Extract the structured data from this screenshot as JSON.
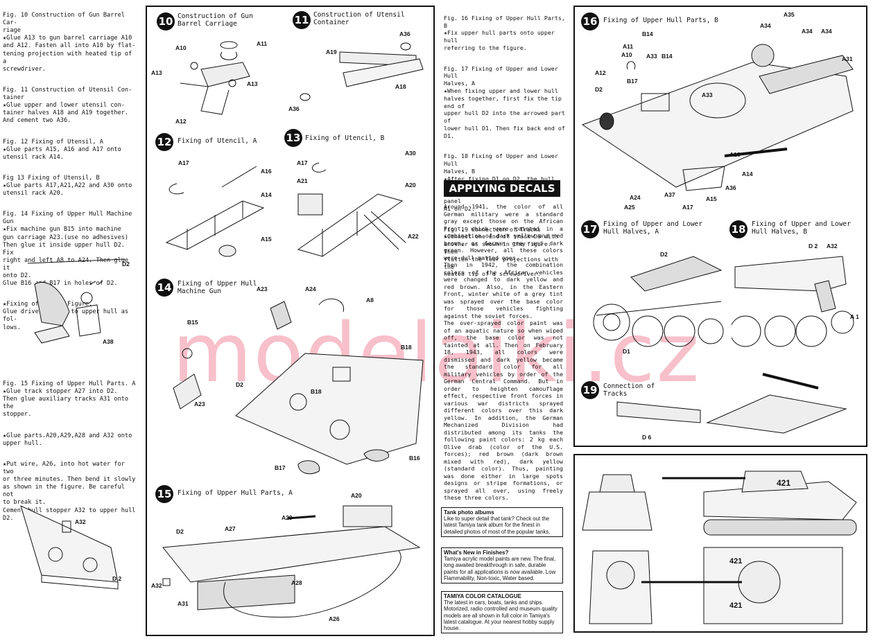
{
  "left_column": [
    "Fig. 10 Construction of Gun Barrel Car-\n            riage\n★Glue A13 to gun barrel carriage A10\nand A12.  Fasten all into A10 by flat-\ntening projection with heated tip of a\nscrewdriver.",
    "Fig. 11 Construction of Utensil Con-\n        tainer\n★Glue upper and lower utensil con-\ntainer halves A18 and A19 together.\nAnd cement two A36.",
    "Fig. 12 Fixing of Utensil, A\n★Glue parts A15, A16 and A17 onto\nutensil rack A14.",
    "Fig 13 Fixing of Utensil, B\n★Glue parts A17,A21,A22 and A30 onto\nutensil rack A20.",
    "Fig. 14 Fixing of Upper Hull Machine\n            Gun\n★Fix machine gun B15 into machine\ngun carriage A23.(use no adhesives)\nThen glue it inside upper hull D2.  Fix\nright and left A8 to A24.  Then glue it\nonto D2.\nGlue B16 and B17 in holes of D2.",
    "★Fixing of Driver Figure.\nGlue driver figure to upper hull as fol-\nlows.",
    "Fig. 15 Fixing of Upper Hull Parts. A\n★Glue track stopper A27 into D2.\nThen glue auxiliary tracks A31 onto the\nstopper.",
    "★Glue parts.A20,A29,A28 and A32 onto\nupper hull.",
    "★Put wire, A26, into hot water for two\nor three minutes.  Then bend it slowly\nas shown in the figure.  Be careful not\nto break it.\nCement hull stopper A32 to upper hull\nD2."
  ],
  "right_text": [
    "Fig. 16 Fixing of Upper Hull Parts, B\n★Fix upper hull parts onto upper hull\nreferring to the figure.",
    "Fig. 17 Fixing of Upper and Lower Hull\n        Halves, A\n★When fixing upper and lower hull\nhalves together, first fix the tip end of\nupper hull D2 into the arrowed part of\nlower hull D1.  Then fix back end of\nD1.",
    "Fig. 18 Fixing of Upper and Lower Hull\n        Halves, B\n★After fixing D1 on D2, the hull stop-\nper A32 will fit inside the rear panel\nA1 on D2.",
    "Fig. 19 Connection of Tracks\n★Connect one end of track D6 with\nanother as shown in the figure.  Then\nflatten the four projections with the\nheated tip of a screwdriver."
  ],
  "decals": {
    "heading": "APPLYING DECALS",
    "paragraphs": [
      "Around 1941, the color of all German military were a standard gray except those on the African Front, which were painted in a combination of dark yellow and red brown, or German grey and dark green. However, all these colors were dull matted ones.",
      "Then in 1942, the combination colors of the African vehicles were changed to dark yellow and red brown. Also, in the Eastern Front, winter white of a grey tint was sprayed over the base color for those vehicles fighting against the soviet forces.",
      "The over-sprayed color paint was of an aquatic nature so when wiped off, the base color was not tainted at all. Then on February 18, 1943, all colors were dismissed and dark yellow became the standard color for all military vehicles by order of the German Central Command. But in order to heighten camouflage effect, respective front forces in various war districts sprayed different colors over this dark yellow. In addition, the German Mechanized Division had distributed among its tanks the following paint colors: 2 kg each Olive drab (color of the U.S. forces); red brown (dark brown mixed with red), dark yellow (standard color). Thus, painting was done either in large spots designs or stripe formations, or sprayed all over, using freely these three colors."
    ]
  },
  "ads": [
    {
      "title": "Tank photo albums",
      "body": "Like to super detail that tank? Check out the latest Tamiya tank album for the finest in detailed photos of most of the popular tanks."
    },
    {
      "title": "What's New in Finishes?",
      "body": "Tamiya acrylic model paints are new. The final, long awaited breakthrough in safe, durable paints for all applications is now available. Low Flammability, Non-toxic, Water based."
    },
    {
      "title": "TAMIYA COLOR CATALOGUE",
      "body": "The latest in cars, boats, tanks and ships. Motorized, radio controlled and museum quality models are all shown in full color in Tamiya's latest catalogue. At your nearest hobby supply house."
    }
  ],
  "steps": [
    {
      "num": "10",
      "title": "Construction of Gun\nBarrel Carriage"
    },
    {
      "num": "11",
      "title": "Construction of Utensil\nContainer"
    },
    {
      "num": "12",
      "title": "Fixing of Utencil, A"
    },
    {
      "num": "13",
      "title": "Fixing of Utencil, B"
    },
    {
      "num": "14",
      "title": "Fixing of Upper Hull\nMachine Gun"
    },
    {
      "num": "15",
      "title": "Fixing of Upper Hull Parts, A"
    },
    {
      "num": "16",
      "title": "Fixing of Upper Hull Parts, B"
    },
    {
      "num": "17",
      "title": "Fixing of Upper and Lower\nHull Halves, A"
    },
    {
      "num": "18",
      "title": "Fixing of Upper and Lower\nHull Halves, B"
    },
    {
      "num": "19",
      "title": "Connection of\nTracks"
    }
  ],
  "labels": {
    "l1": "A10",
    "l2": "A11",
    "l3": "A13",
    "l4": "A13",
    "l5": "A12",
    "l6": "A19",
    "l7": "A36",
    "l8": "A18",
    "l9": "A36",
    "l10": "A17",
    "l11": "A16",
    "l12": "A14",
    "l13": "A15",
    "l14": "A17",
    "l15": "A30",
    "l16": "A21",
    "l17": "A20",
    "l18": "A22",
    "l19": "A23",
    "l20": "A24",
    "l21": "A8",
    "l22": "B15",
    "l23": "A23",
    "l24": "B18",
    "l25": "D2",
    "l26": "B18",
    "l27": "B17",
    "l28": "B16",
    "l29": "A20",
    "l30": "A29",
    "l31": "D2",
    "l32": "A27",
    "l33": "A32",
    "l34": "A28",
    "l35": "A31",
    "l36": "A26",
    "l37": "D2",
    "l38": "A38",
    "l39": "A32",
    "l40": "D 2",
    "l41": "A35",
    "l42": "A34",
    "l43": "A34",
    "l44": "A34",
    "l45": "A31",
    "l46": "B14",
    "l47": "A11",
    "l48": "A10",
    "l49": "A33",
    "l50": "B14",
    "l51": "A12",
    "l52": "B17",
    "l53": "D2",
    "l54": "A33",
    "l55": "A18",
    "l56": "A14",
    "l57": "A36",
    "l58": "A24",
    "l59": "A37",
    "l60": "A25",
    "l61": "A17",
    "l62": "A15",
    "l63": "D2",
    "l64": "D1",
    "l65": "D 2",
    "l66": "A32",
    "l67": "A 1",
    "l68": "D 6"
  },
  "tank_number": "421",
  "watermark": "modelaiki.cz"
}
